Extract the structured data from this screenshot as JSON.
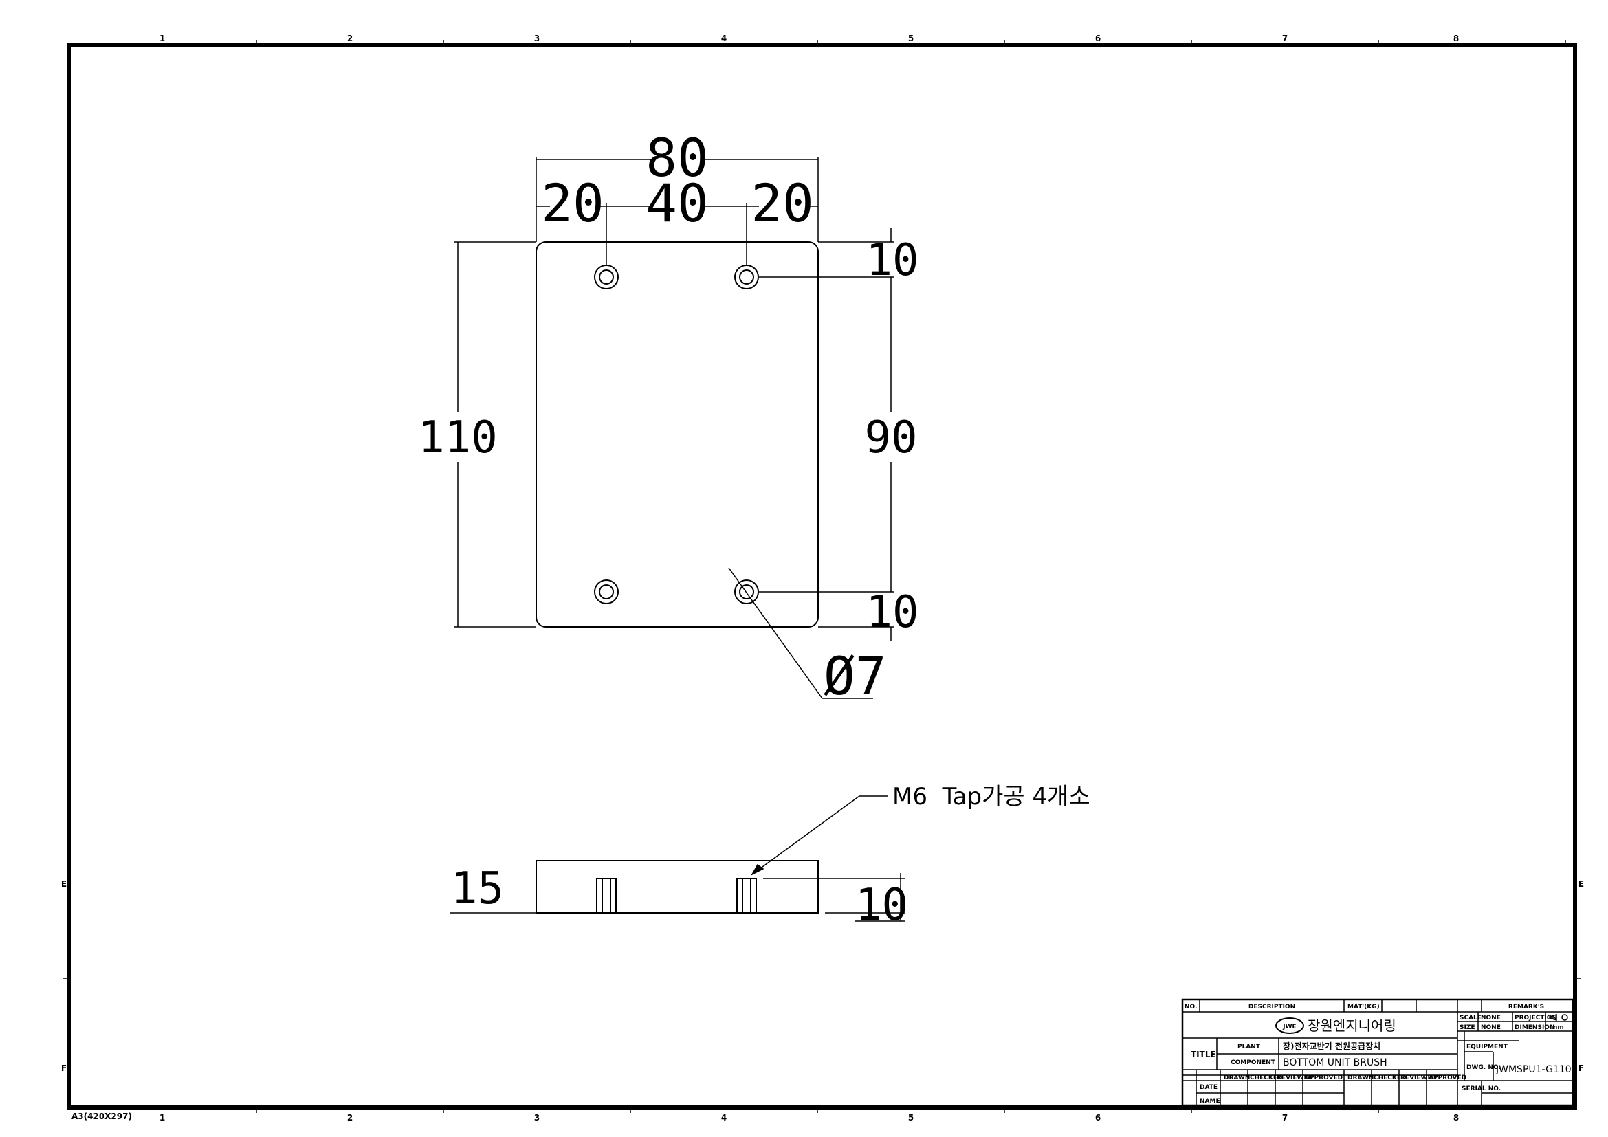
{
  "sheet": {
    "size_label": "A3(420X297)",
    "col_numbers": [
      "1",
      "2",
      "3",
      "4",
      "5",
      "6",
      "7",
      "8"
    ],
    "row_letters": [
      "E",
      "F"
    ]
  },
  "top_view": {
    "dim_width_total": "80",
    "dim_left_margin": "20",
    "dim_hole_spacing_x": "40",
    "dim_right_margin": "20",
    "dim_height_total": "110",
    "dim_hole_spacing_y": "90",
    "dim_top_offset": "10",
    "dim_bottom_offset": "10",
    "dim_hole_dia": "Ø7"
  },
  "side_view": {
    "dim_thickness": "15",
    "dim_tap_depth": "10",
    "note": "M6  Tap가공 4개소"
  },
  "title_block": {
    "no_label": "NO.",
    "description_label": "DESCRIPTION",
    "mat_label": "MAT'(KG)",
    "remarks_label": "REMARK'S",
    "company": "장원엔지니어링",
    "logo_text": "JWE",
    "scale_label": "SCALE",
    "scale_value": "NONE",
    "projection_label": "PROJECTION",
    "size_label": "SIZE",
    "size_value": "NONE",
    "dimension_label": "DIMENSION",
    "dimension_value": "mm",
    "title_label": "TITLE",
    "plant_label": "PLANT",
    "plant_value": "장)전자교반기 전원공급장치",
    "component_label": "COMPONENT",
    "component_value": "BOTTOM UNIT BRUSH",
    "equipment_label": "EQUIPMENT",
    "drawing_no_label": "DWG. NO.",
    "drawing_no": "JWMSPU1-G110",
    "drawn_label": "DRAWN",
    "checked_label": "CHECKED",
    "reviewed_label": "REVIEWED",
    "approved_label": "APPROVED",
    "serial_no_label": "SERIAL NO.",
    "date_label": "DATE",
    "name_label": "NAME"
  }
}
